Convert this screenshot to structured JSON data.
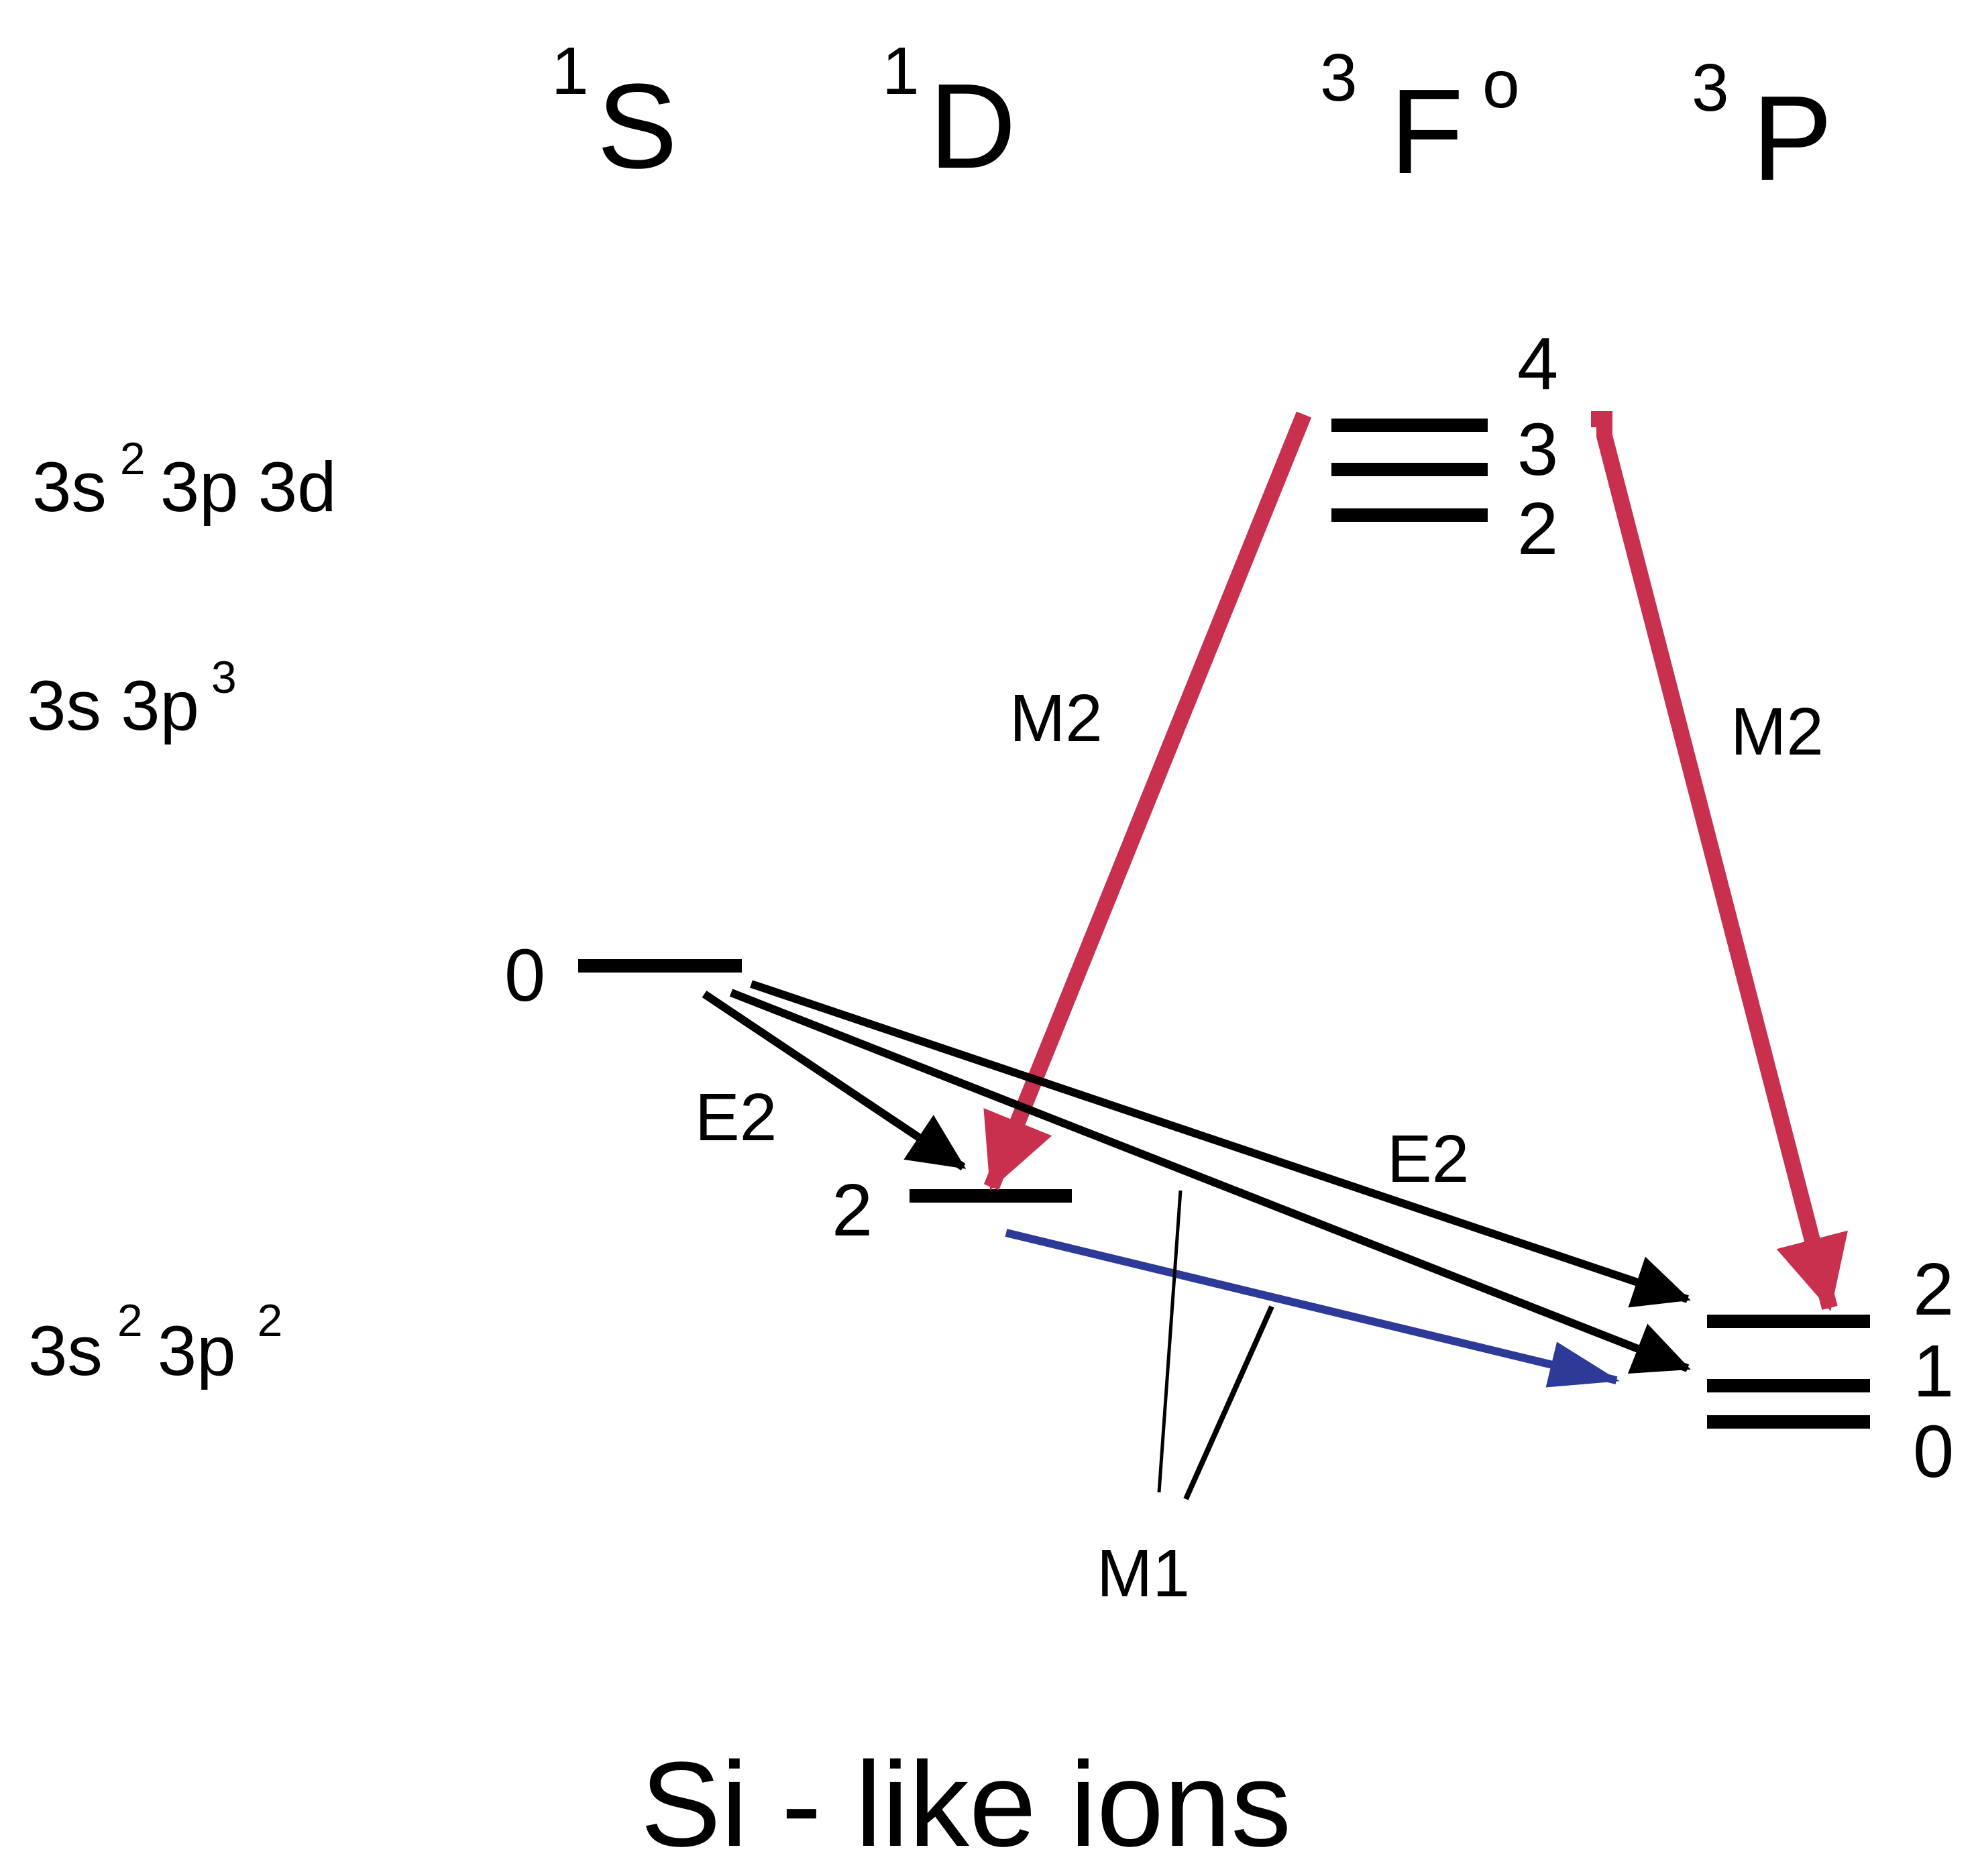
{
  "title": "Si - like ions",
  "terms": [
    {
      "letter": "S",
      "mult": "1",
      "parity": ""
    },
    {
      "letter": "D",
      "mult": "1",
      "parity": ""
    },
    {
      "letter": "F",
      "mult": "3",
      "parity": "o"
    },
    {
      "letter": "P",
      "mult": "3",
      "parity": ""
    }
  ],
  "configs": [
    {
      "parts": [
        {
          "t": "3s",
          "s": "2"
        },
        {
          "t": "3p 3d",
          "s": ""
        }
      ]
    },
    {
      "parts": [
        {
          "t": "3s 3p",
          "s": "3"
        }
      ]
    },
    {
      "parts": [
        {
          "t": "3s",
          "s": "2"
        },
        {
          "t": "3p",
          "s": "2"
        }
      ]
    }
  ],
  "levels": {
    "F": [
      "4",
      "3",
      "2"
    ],
    "S": [
      "0"
    ],
    "D": [
      "2"
    ],
    "P": [
      "2",
      "1",
      "0"
    ]
  },
  "transitions": {
    "m2_left": "M2",
    "m2_right": "M2",
    "e2_left": "E2",
    "e2_right": "E2",
    "m1": "M1"
  },
  "colors": {
    "m2": "#c8304e",
    "m1": "#2e3a98",
    "e2": "#000000"
  }
}
